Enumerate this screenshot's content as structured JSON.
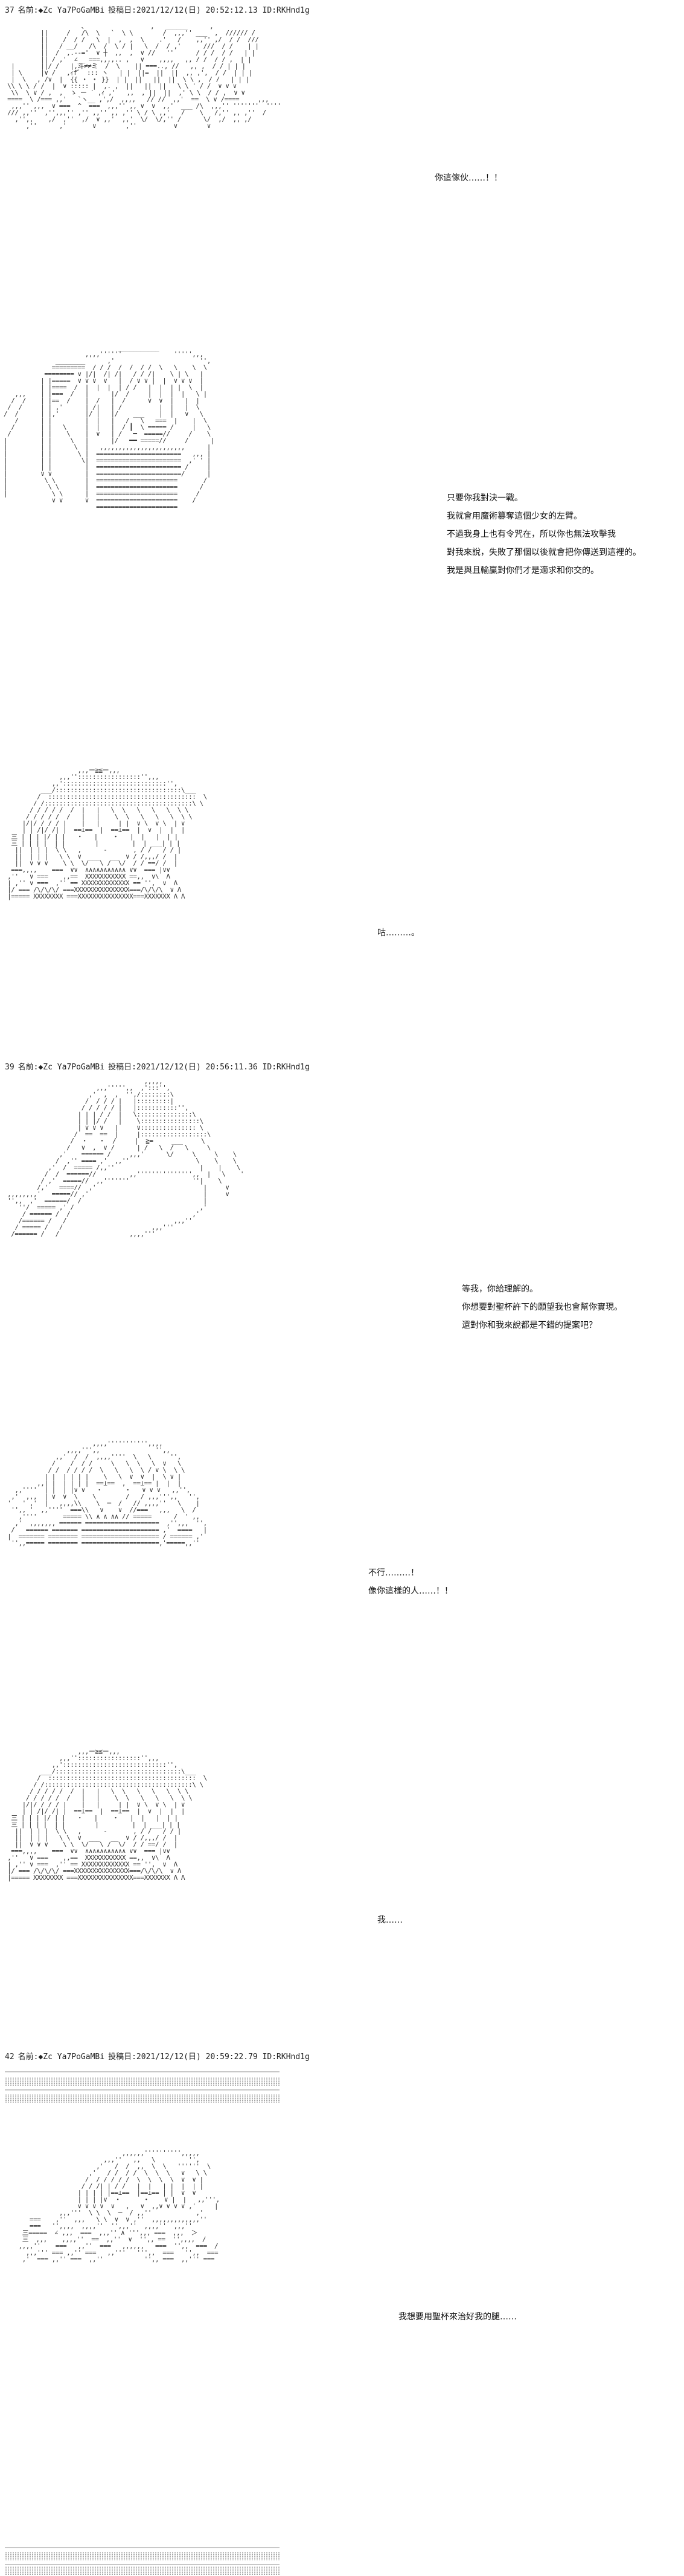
{
  "posts": [
    {
      "number": "37",
      "name_label": "名前:",
      "name": "◆Zc Ya7PoGaMBi",
      "date_label": "投稿日:",
      "date": "2021/12/12(日) 20:52:12.13",
      "id": "ID:RKHnd1g"
    },
    {
      "number": "39",
      "name_label": "名前:",
      "name": "◆Zc Ya7PoGaMBi",
      "date_label": "投稿日:",
      "date": "2021/12/12(日) 20:56:11.36",
      "id": "ID:RKHnd1g"
    },
    {
      "number": "42",
      "name_label": "名前:",
      "name": "◆Zc Ya7PoGaMBi",
      "date_label": "投稿日:",
      "date": "2021/12/12(日) 20:59:22.79",
      "id": "ID:RKHnd1g"
    }
  ],
  "dialogue": {
    "p1_line1": "你這傢伙……！！",
    "p2_line1": "只要你我對決一戰。",
    "p2_line2": "我就會用魔術篡奪這個少女的左臂。",
    "p2_line3": "不過我身上也有令咒在，所以你也無法攻擊我",
    "p2_line4": "對我來說，失敗了那個以後就會把你傳送到這裡的。",
    "p2_line5": "我是與且輸贏對你們才是適求和你交的。",
    "p3_line1": "咕………。",
    "p4_line1": "等我，你給理解的。",
    "p4_line2": "你想要對聖杯許下的願望我也會幫你實現。",
    "p4_line3": "還對你和我來說都是不錯的提案吧？",
    "p5_line1": "不行………！",
    "p5_line2": "像你這樣的人……！！",
    "p6_line1": "我……",
    "p7_line1": "我想要用聖杯來治好我的腿……"
  }
}
